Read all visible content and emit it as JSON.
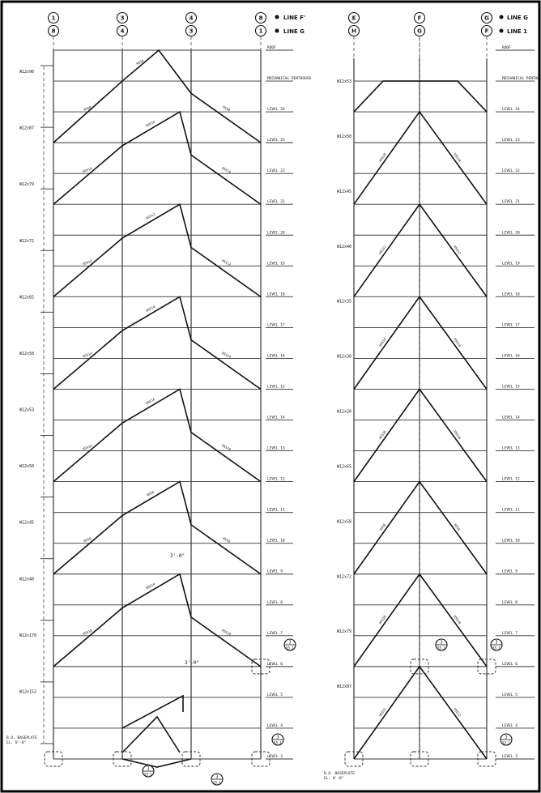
{
  "headers_left": {
    "bubbles_top": [
      "1",
      "3",
      "4",
      "8"
    ],
    "bubbles_bottom": [
      "8",
      "4",
      "3",
      "1"
    ],
    "line_top": "LINE F'",
    "line_bottom": "LINE G"
  },
  "headers_right": {
    "bubbles_top": [
      "E",
      "F",
      "G"
    ],
    "bubbles_bottom": [
      "H",
      "G",
      "F"
    ],
    "line_top": "LINE G",
    "line_bottom": "LINE 1"
  },
  "levels": [
    {
      "name": "ROOF"
    },
    {
      "name": "MECHANICAL PENTHOUSE"
    },
    {
      "name": "LEVEL 24"
    },
    {
      "name": "LEVEL 23"
    },
    {
      "name": "LEVEL 22"
    },
    {
      "name": "LEVEL 21"
    },
    {
      "name": "LEVEL 20"
    },
    {
      "name": "LEVEL 19"
    },
    {
      "name": "LEVEL 18"
    },
    {
      "name": "LEVEL 17"
    },
    {
      "name": "LEVEL 16"
    },
    {
      "name": "LEVEL 15"
    },
    {
      "name": "LEVEL 14"
    },
    {
      "name": "LEVEL 13"
    },
    {
      "name": "LEVEL 12"
    },
    {
      "name": "LEVEL 11"
    },
    {
      "name": "LEVEL 10"
    },
    {
      "name": "LEVEL 9"
    },
    {
      "name": "LEVEL 8"
    },
    {
      "name": "LEVEL 7"
    },
    {
      "name": "LEVEL 6"
    },
    {
      "name": "LEVEL 5"
    },
    {
      "name": "LEVEL 4"
    },
    {
      "name": "LEVEL 3"
    }
  ],
  "column_sizes_left": [
    "W12x96",
    "W12x87",
    "W12x79",
    "W12x72",
    "W12x65",
    "W12x58",
    "W12x53",
    "W12x50",
    "W12x45",
    "W12x40",
    "W12x170",
    "W12x152"
  ],
  "column_sizes_right": [
    "W12x53",
    "W12x50",
    "W12x45",
    "W12x40",
    "W12x35",
    "W12x30",
    "W12x26",
    "W12x65",
    "W12x58",
    "W12x72",
    "W12x79",
    "W12x87"
  ],
  "brace_labels": [
    "HSS8",
    "HSS10",
    "HSS12",
    "HSS14",
    "HSS16"
  ],
  "dimension_note": "3'-0\"",
  "detail_callouts": {
    "mark": "3",
    "sheet": "S5.1"
  },
  "base_notes": [
    "B.O. BASEPLATE",
    "EL. 0'-0\""
  ]
}
